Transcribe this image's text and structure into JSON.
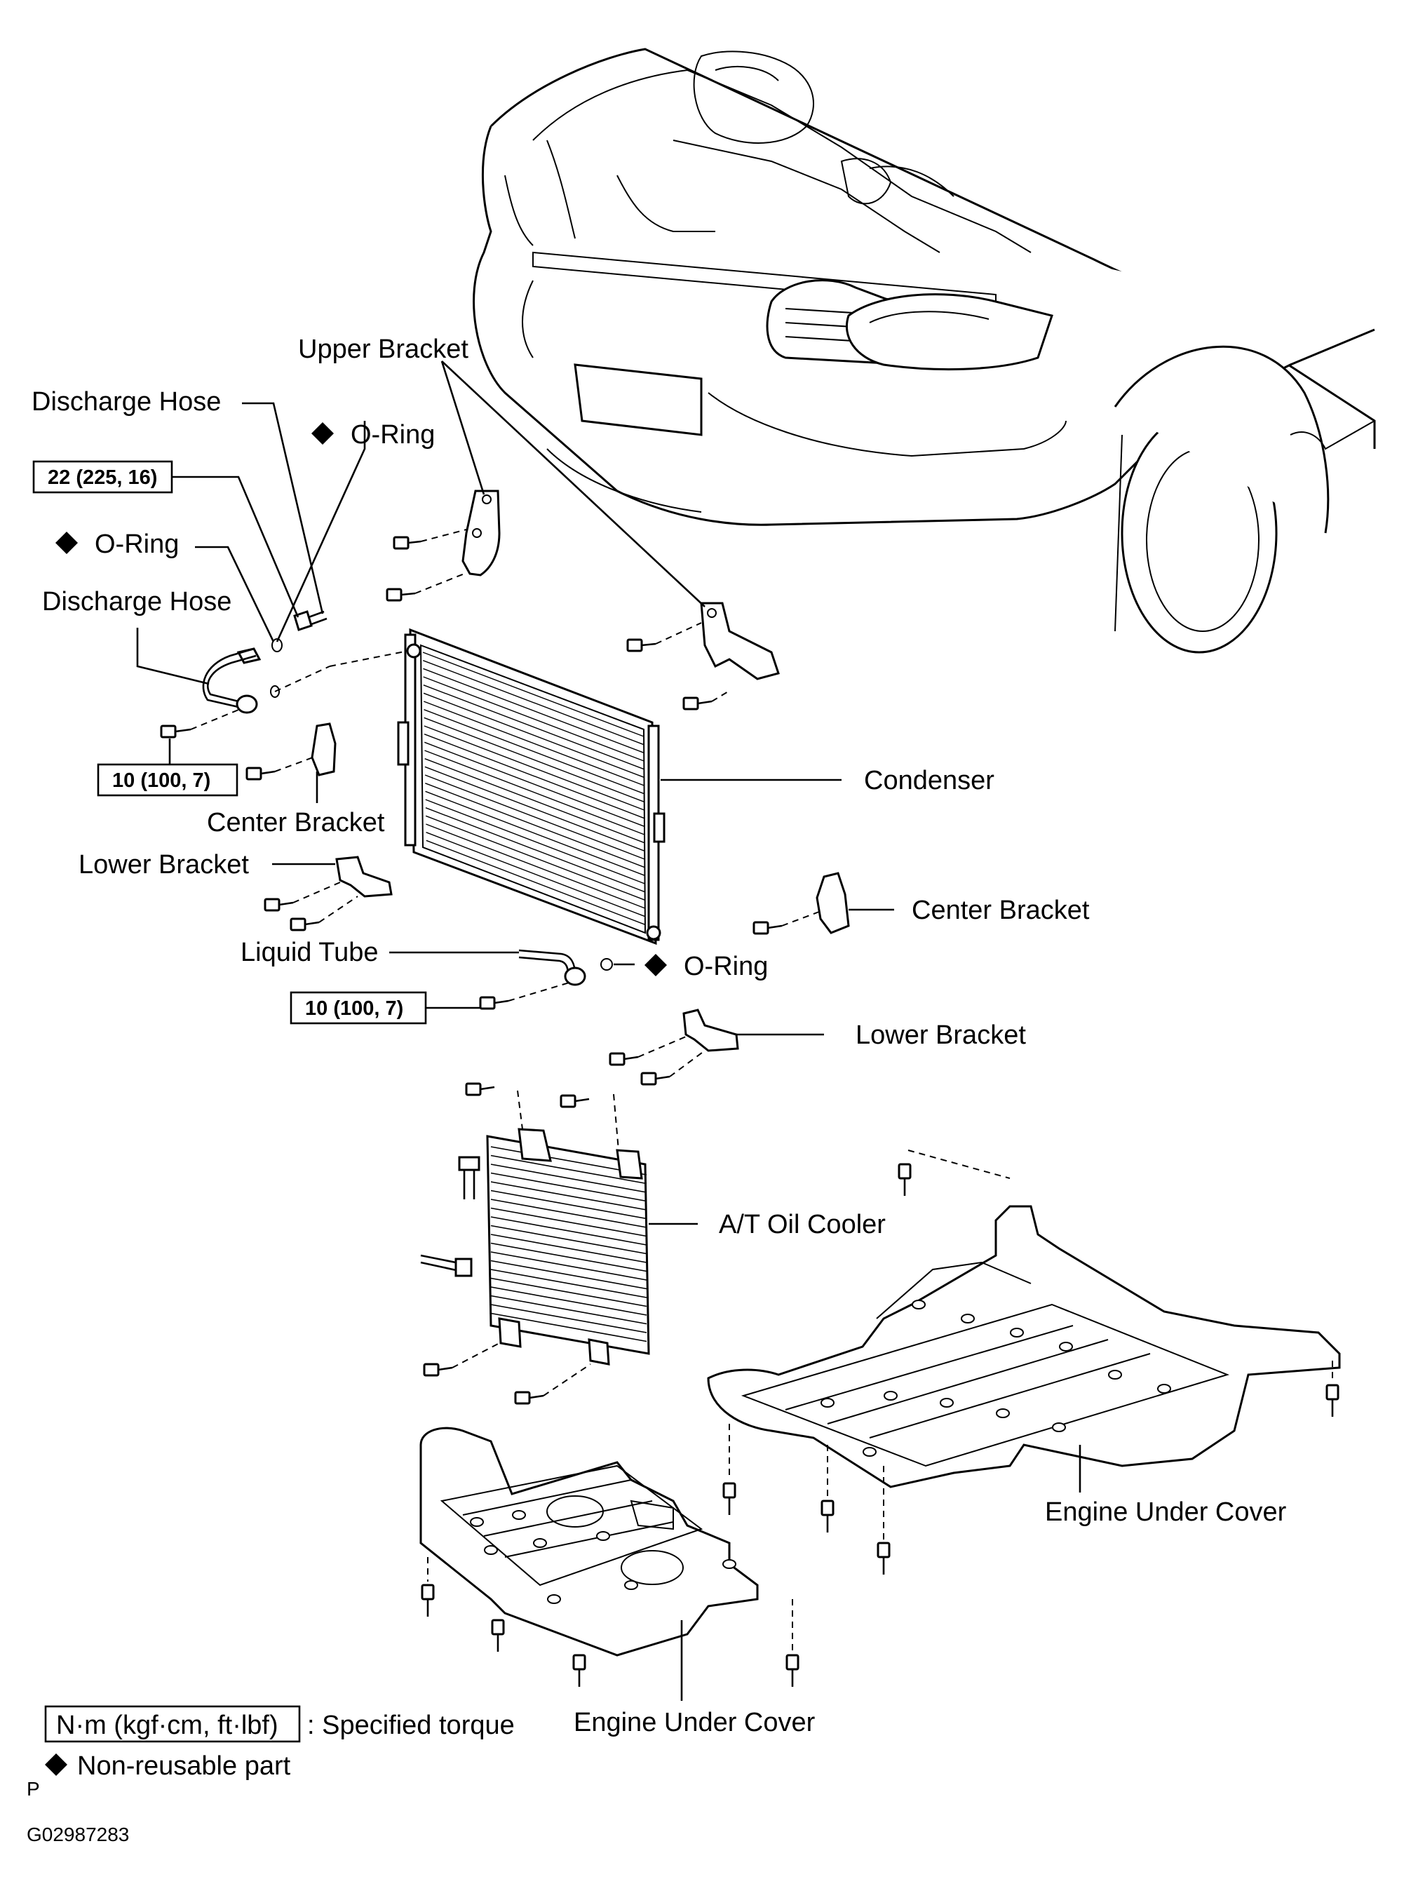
{
  "labels": {
    "upper_bracket": "Upper Bracket",
    "discharge_hose_top": "Discharge Hose",
    "oring_top": "O-Ring",
    "oring_left": "O-Ring",
    "discharge_hose": "Discharge Hose",
    "condenser": "Condenser",
    "center_bracket_left": "Center Bracket",
    "lower_bracket_left": "Lower Bracket",
    "center_bracket_right": "Center Bracket",
    "liquid_tube": "Liquid Tube",
    "oring_bottom": "O-Ring",
    "lower_bracket_right": "Lower Bracket",
    "at_oil_cooler": "A/T Oil Cooler",
    "engine_under_cover_right": "Engine Under Cover",
    "engine_under_cover_bottom": "Engine Under Cover"
  },
  "torque_specs": {
    "discharge_nut": "22 (225, 16)",
    "discharge_bolt": "10 (100, 7)",
    "liquid_tube_bolt": "10 (100, 7)"
  },
  "legend": {
    "torque_box": "N·m (kgf·cm, ft·lbf)",
    "torque_desc": ": Specified torque",
    "nonreusable": "Non-reusable part"
  },
  "footer": {
    "page_letter": "P",
    "figure_id": "G02987283"
  },
  "icons": {
    "nonreusable_marker": "black-diamond"
  }
}
